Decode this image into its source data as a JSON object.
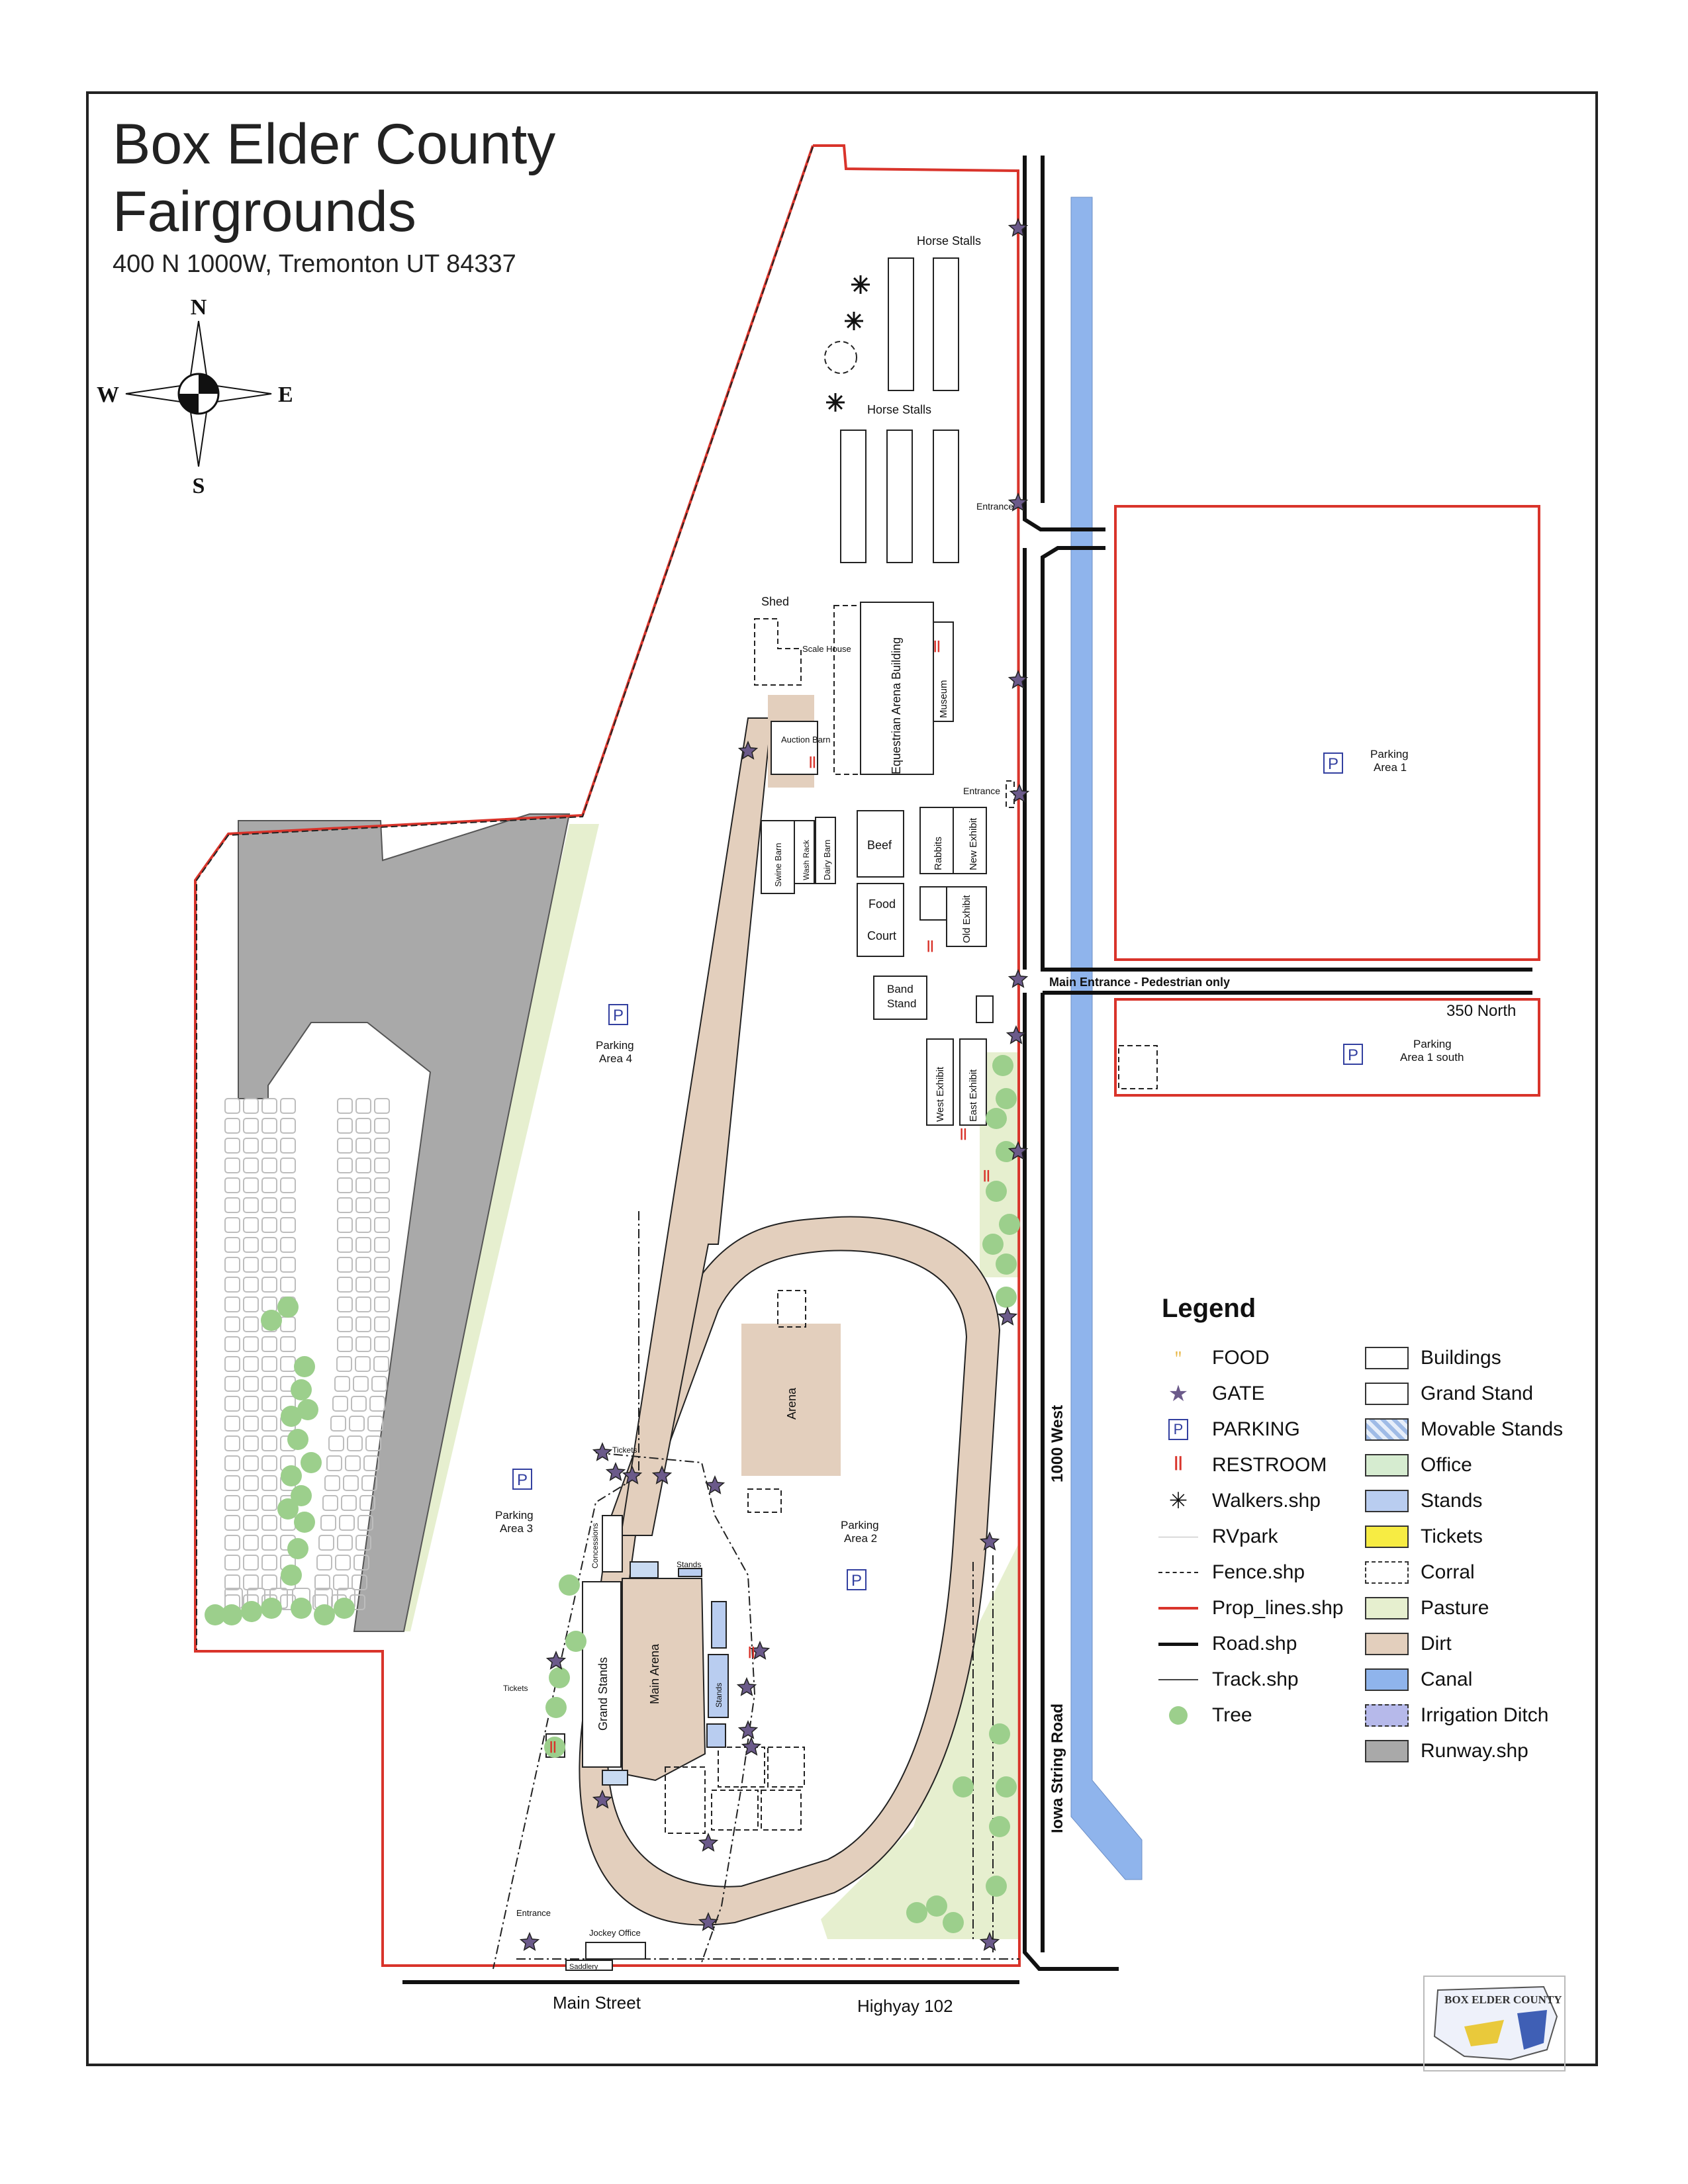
{
  "title": {
    "line1": "Box Elder County",
    "line2": "Fairgrounds",
    "address": "400 N 1000W, Tremonton UT 84337"
  },
  "compass": {
    "n": "N",
    "s": "S",
    "e": "E",
    "w": "W"
  },
  "labels": {
    "horse_stalls_1": "Horse Stalls",
    "horse_stalls_2": "Horse Stalls",
    "entrance_1": "Entrance",
    "entrance_2": "Entrance",
    "entrance_3": "Entrance",
    "shed": "Shed",
    "scale_house": "Scale House",
    "equestrian": "Equestrian Arena Building",
    "museum": "Museum",
    "auction_barn": "Auction Barn",
    "swine_barn": "Swine Barn",
    "wash_rack": "Wash Rack",
    "dairy_barn": "Dairy Barn",
    "beef": "Beef",
    "rabbits": "Rabbits",
    "new_exhibit": "New Exhibit",
    "food_court_1": "Food",
    "food_court_2": "Court",
    "old_exhibit": "Old Exhibit",
    "band_stand_1": "Band",
    "band_stand_2": "Stand",
    "west_exhibit": "West Exhibit",
    "east_exhibit": "East Exhibit",
    "main_entrance": "Main Entrance - Pedestrian only",
    "street_350": "350 North",
    "parking1_a": "Parking",
    "parking1_b": "Area 1",
    "parking1s_a": "Parking",
    "parking1s_b": "Area 1 south",
    "parking2_a": "Parking",
    "parking2_b": "Area 2",
    "parking3_a": "Parking",
    "parking3_b": "Area 3",
    "parking4_a": "Parking",
    "parking4_b": "Area 4",
    "arena": "Arena",
    "main_arena": "Main Arena",
    "grand_stands": "Grand Stands",
    "concessions": "Concessions",
    "stands_1": "Stands",
    "stands_2": "Stands",
    "tickets_1": "Tickets",
    "tickets_2": "Tickets",
    "jockey_office": "Jockey Office",
    "saddlery": "Saddlery",
    "road_1000w": "1000 West",
    "iowa_string": "Iowa String Road",
    "main_street": "Main Street",
    "highway": "Highyay 102",
    "p": "P"
  },
  "legend": {
    "title": "Legend",
    "left": [
      {
        "label": "FOOD",
        "icon": "food-icon"
      },
      {
        "label": "GATE",
        "icon": "gate-star-icon"
      },
      {
        "label": "PARKING",
        "icon": "parking-icon"
      },
      {
        "label": "RESTROOM",
        "icon": "restroom-icon"
      },
      {
        "label": "Walkers.shp",
        "icon": "walker-icon"
      },
      {
        "label": "RVpark",
        "icon": "rvpark-line-icon"
      },
      {
        "label": "Fence.shp",
        "icon": "fence-line-icon"
      },
      {
        "label": "Prop_lines.shp",
        "icon": "property-line-icon"
      },
      {
        "label": "Road.shp",
        "icon": "road-line-icon"
      },
      {
        "label": "Track.shp",
        "icon": "track-line-icon"
      },
      {
        "label": "Tree",
        "icon": "tree-icon"
      }
    ],
    "right": [
      {
        "label": "Buildings",
        "color": "#ffffff"
      },
      {
        "label": "Grand Stand",
        "color": "#ffffff"
      },
      {
        "label": "Movable Stands",
        "color": "#c9dbf2"
      },
      {
        "label": "Office",
        "color": "#d6ecd0"
      },
      {
        "label": "Stands",
        "color": "#b9cdf0"
      },
      {
        "label": "Tickets",
        "color": "#f7ec43"
      },
      {
        "label": "Corral",
        "color": "#ffffff"
      },
      {
        "label": "Pasture",
        "color": "#e6efcf"
      },
      {
        "label": "Dirt",
        "color": "#e3cfbd"
      },
      {
        "label": "Canal",
        "color": "#8fb4ec"
      },
      {
        "label": "Irrigation Ditch",
        "color": "#b6b9ea"
      },
      {
        "label": "Runway.shp",
        "color": "#a9a9a9"
      }
    ]
  },
  "logo": {
    "text": "BOX ELDER COUNTY"
  },
  "colors": {
    "dirt": "#e3cfbd",
    "canal": "#8fb4ec",
    "runway": "#a9a9a9",
    "pasture": "#e6efcf",
    "property_line": "#d9342b",
    "tree": "#9ccf8c"
  }
}
